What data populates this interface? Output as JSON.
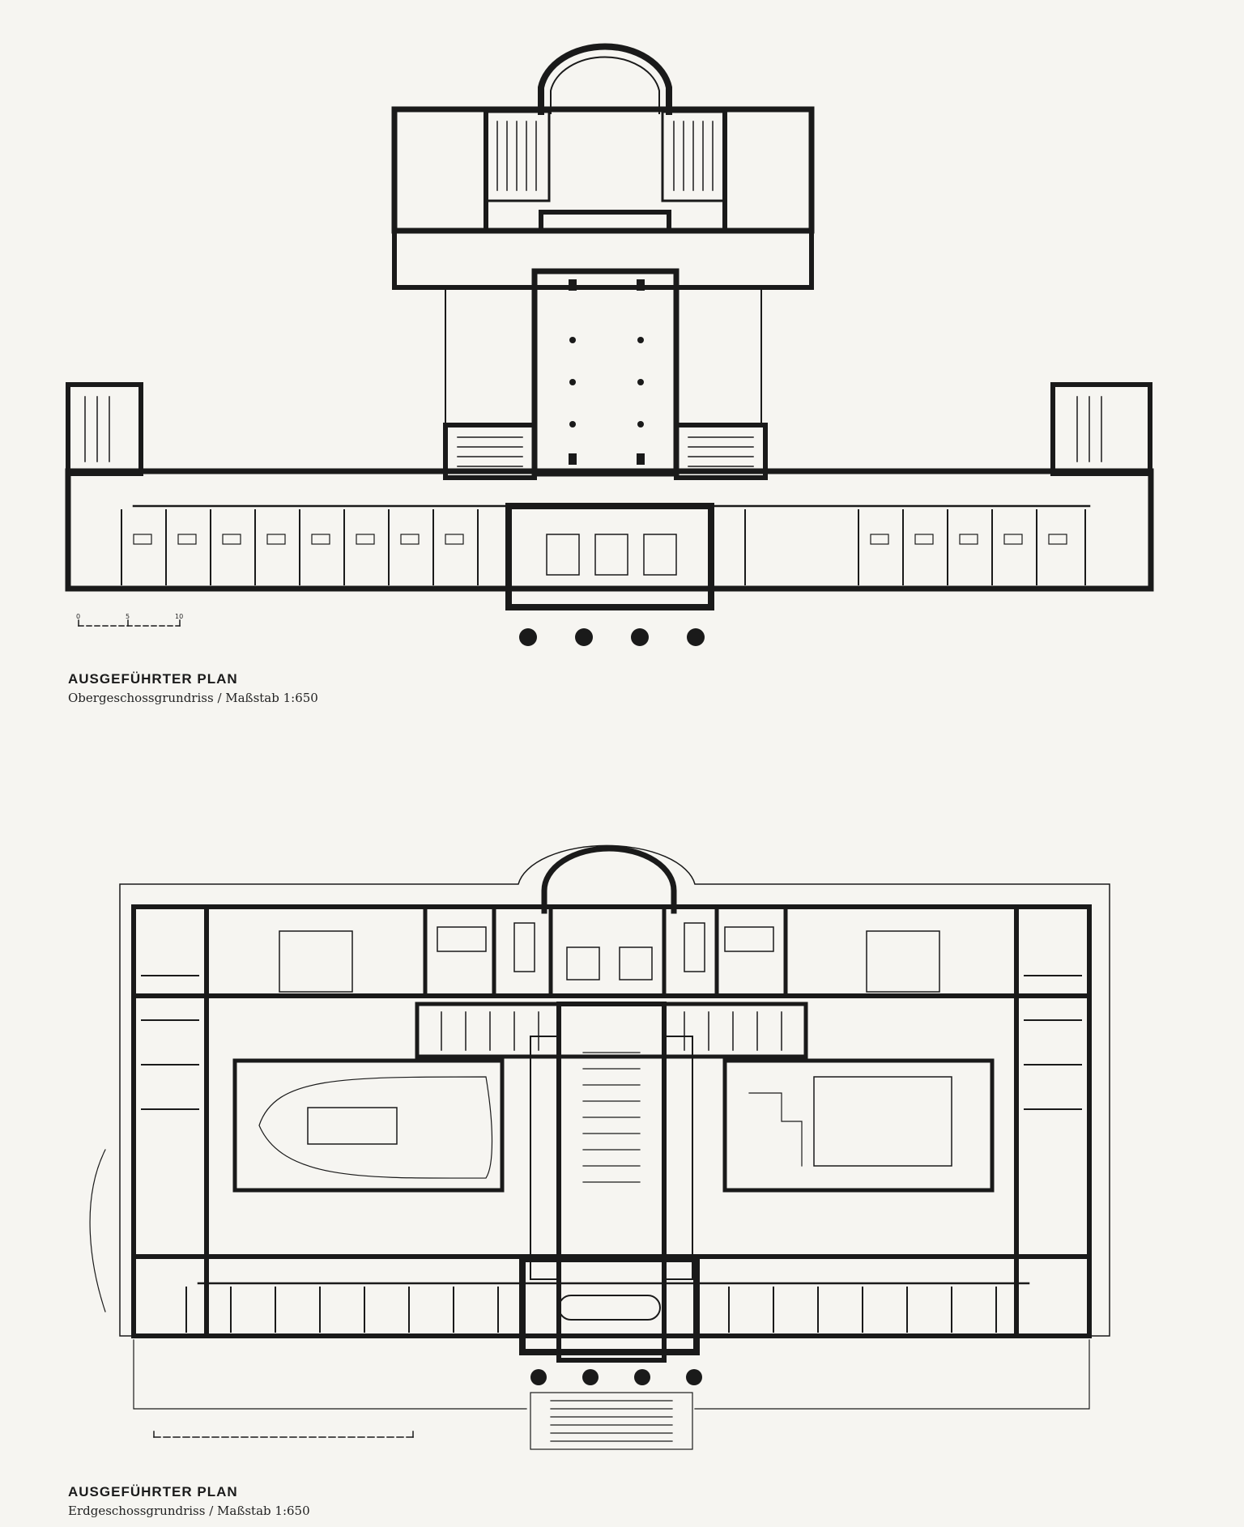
{
  "upper": {
    "title": "AUSGEFÜHRTER PLAN",
    "subtitle": "Obergeschossgrundriss / Maßstab 1:650",
    "scale_labels": [
      "0",
      "5",
      "10"
    ]
  },
  "lower": {
    "title": "AUSGEFÜHRTER PLAN",
    "subtitle": "Erdgeschossgrundriss / Maßstab 1:650"
  }
}
